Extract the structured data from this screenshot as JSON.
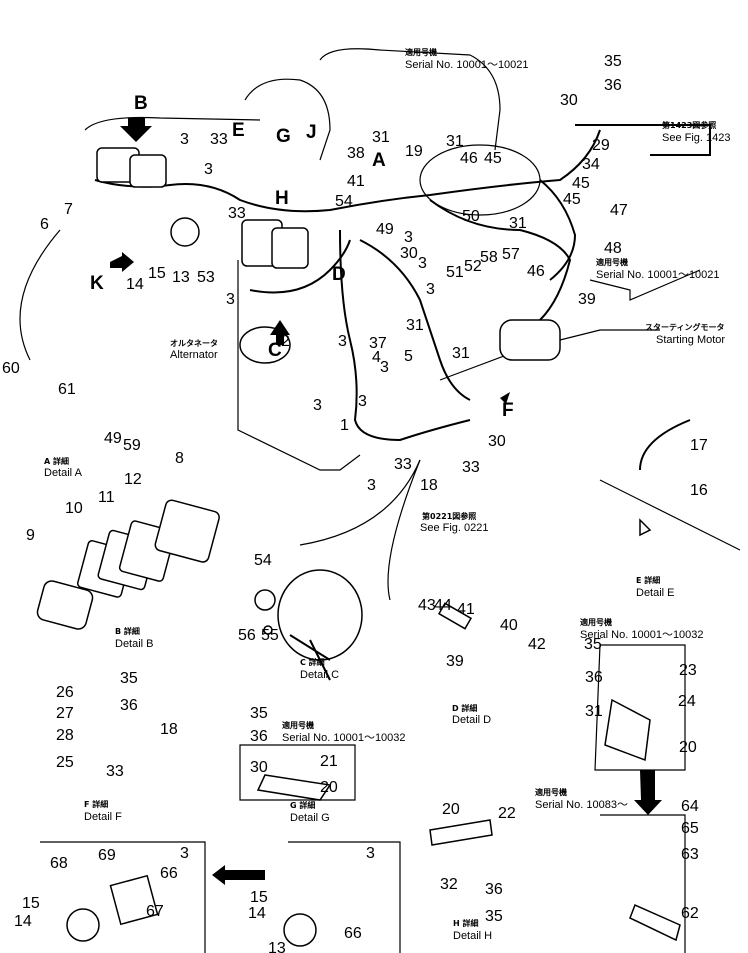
{
  "callouts": [
    "35",
    "36",
    "30",
    "29",
    "46",
    "45",
    "31",
    "19",
    "31",
    "38",
    "41",
    "54",
    "J",
    "G",
    "E",
    "H",
    "A",
    "33",
    "3",
    "B",
    "3",
    "33",
    "7",
    "6",
    "K",
    "14",
    "15",
    "13",
    "53",
    "3",
    "2",
    "C",
    "D",
    "34",
    "45",
    "45",
    "47",
    "48",
    "31",
    "50",
    "49",
    "3",
    "30",
    "3",
    "3",
    "58",
    "57",
    "52",
    "51",
    "46",
    "39",
    "31",
    "31",
    "37",
    "3",
    "3",
    "4",
    "5",
    "3",
    "1",
    "3",
    "F",
    "30",
    "33",
    "33",
    "18",
    "3",
    "17",
    "16",
    "60",
    "61",
    "49",
    "59",
    "8",
    "9",
    "10",
    "11",
    "12",
    "54",
    "55",
    "56",
    "43",
    "44",
    "41",
    "40",
    "42",
    "39",
    "35",
    "36",
    "31",
    "23",
    "24",
    "20",
    "26",
    "27",
    "28",
    "25",
    "35",
    "36",
    "18",
    "33",
    "35",
    "36",
    "30",
    "21",
    "20",
    "20",
    "22",
    "32",
    "36",
    "35",
    "64",
    "65",
    "63",
    "62",
    "68",
    "69",
    "3",
    "66",
    "67",
    "15",
    "14",
    "15",
    "14",
    "13",
    "3",
    "66"
  ],
  "captions": [
    {
      "jp": "A 詳細",
      "en": "Detail A"
    },
    {
      "jp": "B 詳細",
      "en": "Detail B"
    },
    {
      "jp": "C 詳細",
      "en": "Detail C"
    },
    {
      "jp": "D 詳細",
      "en": "Detail D"
    },
    {
      "jp": "E 詳細",
      "en": "Detail E"
    },
    {
      "jp": "F 詳細",
      "en": "Detail F"
    },
    {
      "jp": "G 詳細",
      "en": "Detail G"
    },
    {
      "jp": "H 詳細",
      "en": "Detail H"
    }
  ],
  "notes": {
    "serial_top": {
      "jp": "適用号機",
      "en": "Serial  No.  10001～10021"
    },
    "fig1423": {
      "jp": "第1423図参照",
      "en": "See  Fig. 1423"
    },
    "serial_right": {
      "jp": "適用号機",
      "en": "Serial  No.  10001～10021"
    },
    "starting_motor": {
      "jp": "スターティングモータ",
      "en": "Starting  Motor"
    },
    "alternator": {
      "jp": "オルタネータ",
      "en": "Alternator"
    },
    "fig0221": {
      "jp": "第0221図参照",
      "en": "See  Fig. 0221"
    },
    "serial_d": {
      "jp": "適用号機",
      "en": "Serial  No.  10001～10032"
    },
    "serial_g": {
      "jp": "適用号機",
      "en": "Serial  No.  10001～10032"
    },
    "serial_late": {
      "jp": "適用号機",
      "en": "Serial No. 10083～"
    }
  }
}
